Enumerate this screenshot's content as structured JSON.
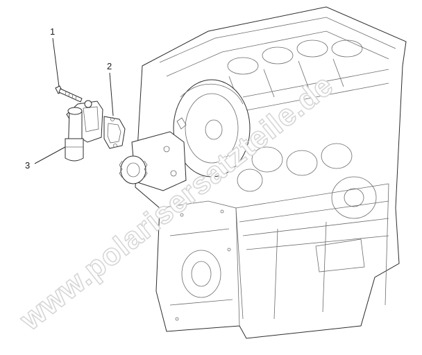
{
  "watermark": {
    "text": "www.polarisersatzteile.de"
  },
  "callouts": [
    {
      "number": "1",
      "part": "bolt"
    },
    {
      "number": "2",
      "part": "gasket"
    },
    {
      "number": "3",
      "part": "thermostat-housing"
    }
  ],
  "colors": {
    "line": "#2b2b2b",
    "watermark_stroke": "#d6d6d6",
    "background": "#ffffff"
  }
}
